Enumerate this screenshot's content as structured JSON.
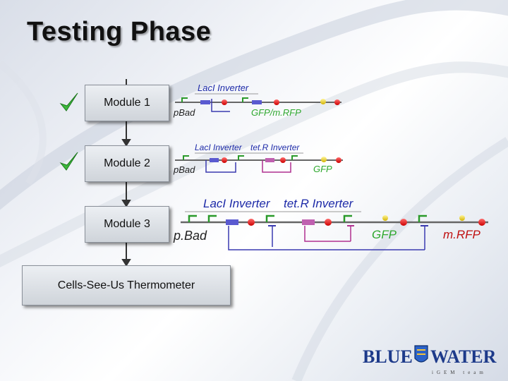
{
  "title": "Testing Phase",
  "modules": [
    {
      "label": "Module 1",
      "checked": true
    },
    {
      "label": "Module 2",
      "checked": true
    },
    {
      "label": "Module 3",
      "checked": false
    }
  ],
  "thermometer_label": "Cells-See-Us Thermometer",
  "circuit1": {
    "inverter1": "LacI Inverter",
    "promoter": "pBad",
    "output": "GFP/m.RFP"
  },
  "circuit2": {
    "inverter1": "LacI Inverter",
    "inverter2": "tet.R Inverter",
    "promoter": "pBad",
    "output": "GFP"
  },
  "circuit3": {
    "inverter1": "LacI Inverter",
    "inverter2": "tet.R Inverter",
    "promoter": "p.Bad",
    "output1": "GFP",
    "output2": "m.RFP"
  },
  "logo": {
    "left": "BLUE",
    "right": "WATER",
    "sub": "iGEM team"
  },
  "colors": {
    "inverter_label": "#1d2aa8",
    "output_label": "#2fa82f",
    "mrfp_label": "#c01010",
    "checkmark": "#3cb83c"
  }
}
